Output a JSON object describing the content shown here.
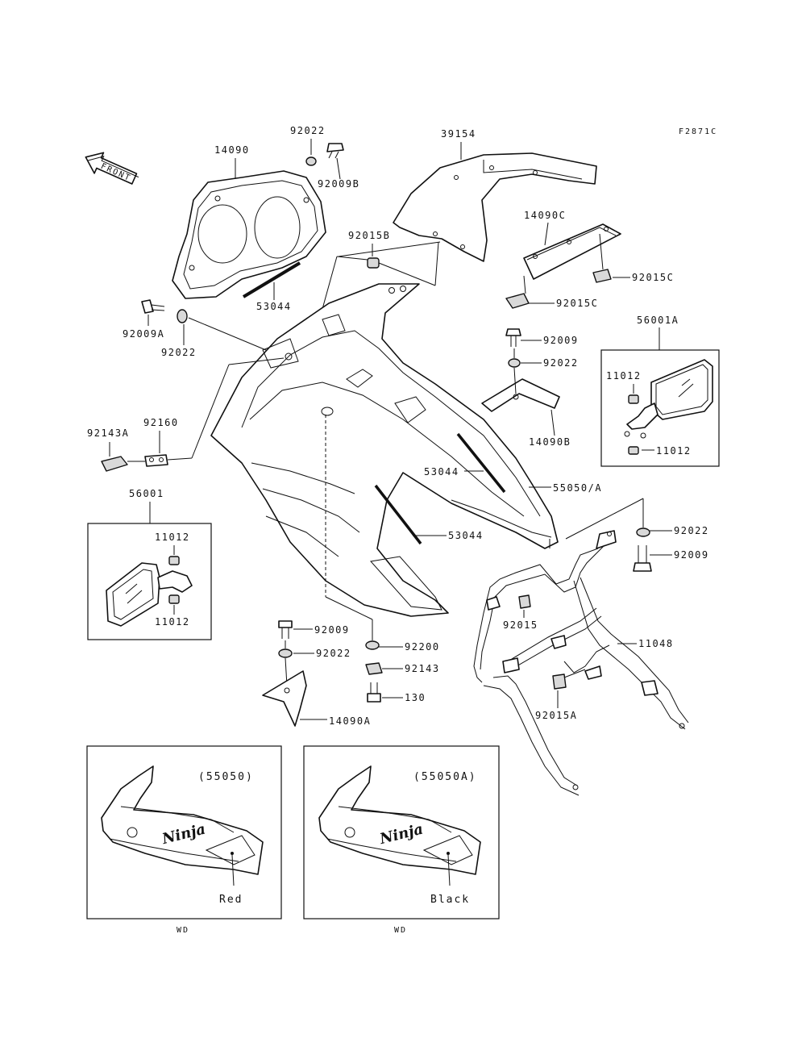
{
  "figure_code": "F2871C",
  "front_label": "FRONT",
  "parts": {
    "p14090": "14090",
    "p92022_top": "92022",
    "p92009B": "92009B",
    "p39154": "39154",
    "p14090C": "14090C",
    "p92015C_a": "92015C",
    "p92015C_b": "92015C",
    "p92015B": "92015B",
    "p53044_top": "53044",
    "p92009A": "92009A",
    "p92022_left": "92022",
    "p92009_right": "92009",
    "p92022_right": "92022",
    "p14090B": "14090B",
    "p56001A": "56001A",
    "p11012_r1": "11012",
    "p11012_r2": "11012",
    "p92143A": "92143A",
    "p92160": "92160",
    "p56001": "56001",
    "p11012_l1": "11012",
    "p11012_l2": "11012",
    "p53044_mid": "53044",
    "p55050A": "55050/A",
    "p53044_low": "53044",
    "p92022_frame": "92022",
    "p92009_frame": "92009",
    "p92015": "92015",
    "p11048": "11048",
    "p92009_bottom": "92009",
    "p92022_bottom": "92022",
    "p92200": "92200",
    "p92143": "92143",
    "p130": "130",
    "p14090A": "14090A",
    "p92015A": "92015A"
  },
  "variants": [
    {
      "code": "(55050)",
      "color": "Red",
      "market": "WD"
    },
    {
      "code": "(55050A)",
      "color": "Black",
      "market": "WD"
    }
  ],
  "logo_text": "Ninja"
}
